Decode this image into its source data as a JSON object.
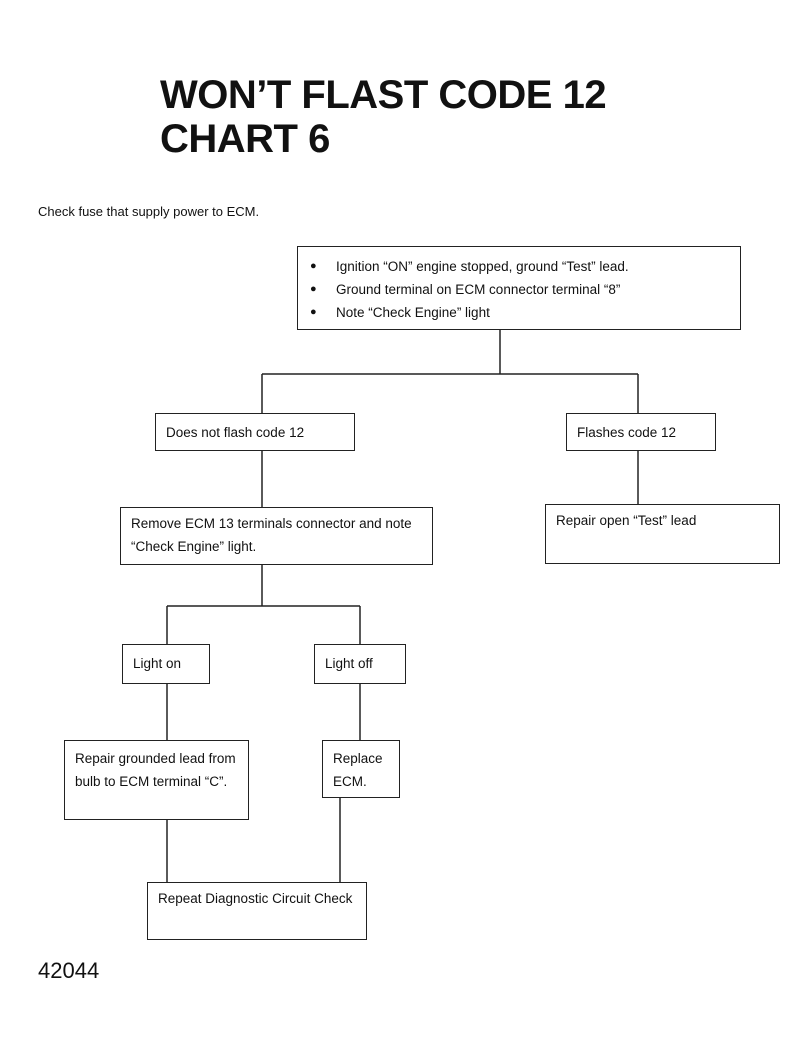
{
  "title": {
    "line1": "WON’T FLAST CODE 12",
    "line2": "CHART 6"
  },
  "note": "Check fuse that supply power to ECM.",
  "boxes": {
    "start": {
      "items": [
        "Ignition “ON” engine stopped, ground “Test” lead.",
        "Ground terminal on ECM connector terminal “8”",
        "Note “Check Engine” light"
      ]
    },
    "no_flash": "Does not flash code 12",
    "flashes": "Flashes code  12",
    "remove_ecm": "Remove ECM 13 terminals connector and note “Check Engine” light.",
    "repair_open": "Repair open “Test” lead",
    "light_on": "Light on",
    "light_off": "Light off",
    "repair_grounded": "Repair grounded lead from bulb to ECM terminal “C”.",
    "replace_ecm": "Replace ECM.",
    "repeat": "Repeat Diagnostic Circuit Check"
  },
  "figure_number": "42044"
}
